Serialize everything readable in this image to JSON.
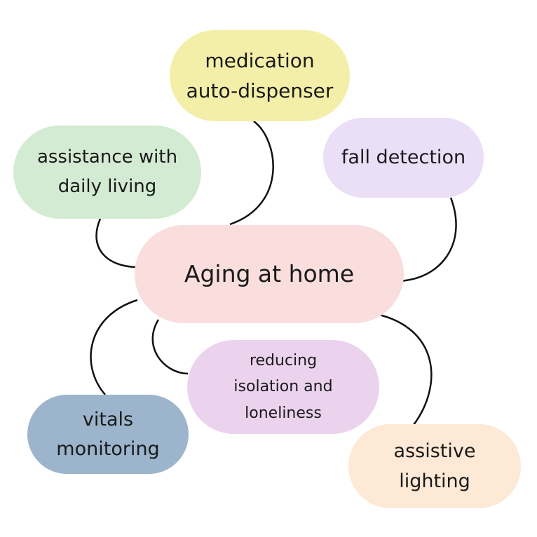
{
  "diagram": {
    "center": {
      "label": "Aging at home",
      "color": "#F9DEDD"
    },
    "nodes": [
      {
        "id": "medication",
        "label": "medication\nauto-dispenser",
        "color": "#F3EFA8"
      },
      {
        "id": "assistance",
        "label": "assistance with\ndaily living",
        "color": "#D3EBD2"
      },
      {
        "id": "fall",
        "label": "fall detection",
        "color": "#EBDEF7"
      },
      {
        "id": "reducing",
        "label": "reducing\nisolation and\nloneliness",
        "color": "#EBD3EE"
      },
      {
        "id": "vitals",
        "label": "vitals\nmonitoring",
        "color": "#9DB5CC"
      },
      {
        "id": "lighting",
        "label": "assistive\nlighting",
        "color": "#FDE9D5"
      }
    ],
    "connector_color": "#111111"
  }
}
